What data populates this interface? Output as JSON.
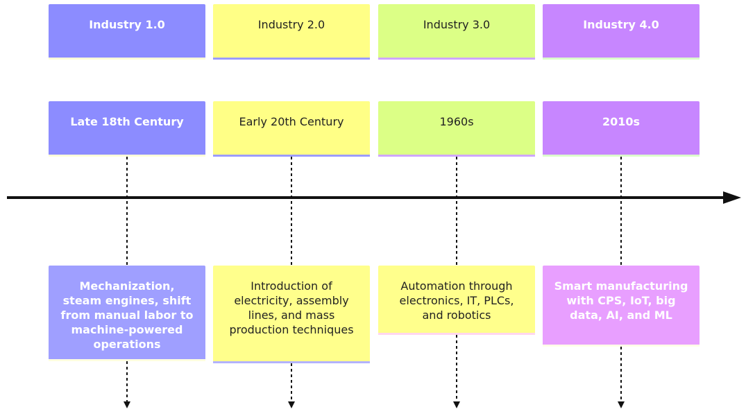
{
  "colors": {
    "section_1": "#8c8cff",
    "section_2": "#ffff86",
    "section_3": "#dcff86",
    "section_4": "#c786ff",
    "event_1": "#9f9fff",
    "event_2": "#ffff8c",
    "event_3": "#ffff8c",
    "event_4": "#e89fff",
    "axis": "#111111"
  },
  "timeline": {
    "sections": [
      {
        "title": "Industry 1.0",
        "period": "Late 18th Century",
        "event": "Mechanization, steam engines, shift from manual labor to machine-powered operations"
      },
      {
        "title": "Industry 2.0",
        "period": "Early 20th Century",
        "event": "Introduction of electricity, assembly lines, and mass production techniques"
      },
      {
        "title": "Industry 3.0",
        "period": "1960s",
        "event": "Automation through electronics, IT, PLCs, and robotics"
      },
      {
        "title": "Industry 4.0",
        "period": "2010s",
        "event": "Smart manufacturing with CPS, IoT, big data, AI, and ML"
      }
    ]
  }
}
